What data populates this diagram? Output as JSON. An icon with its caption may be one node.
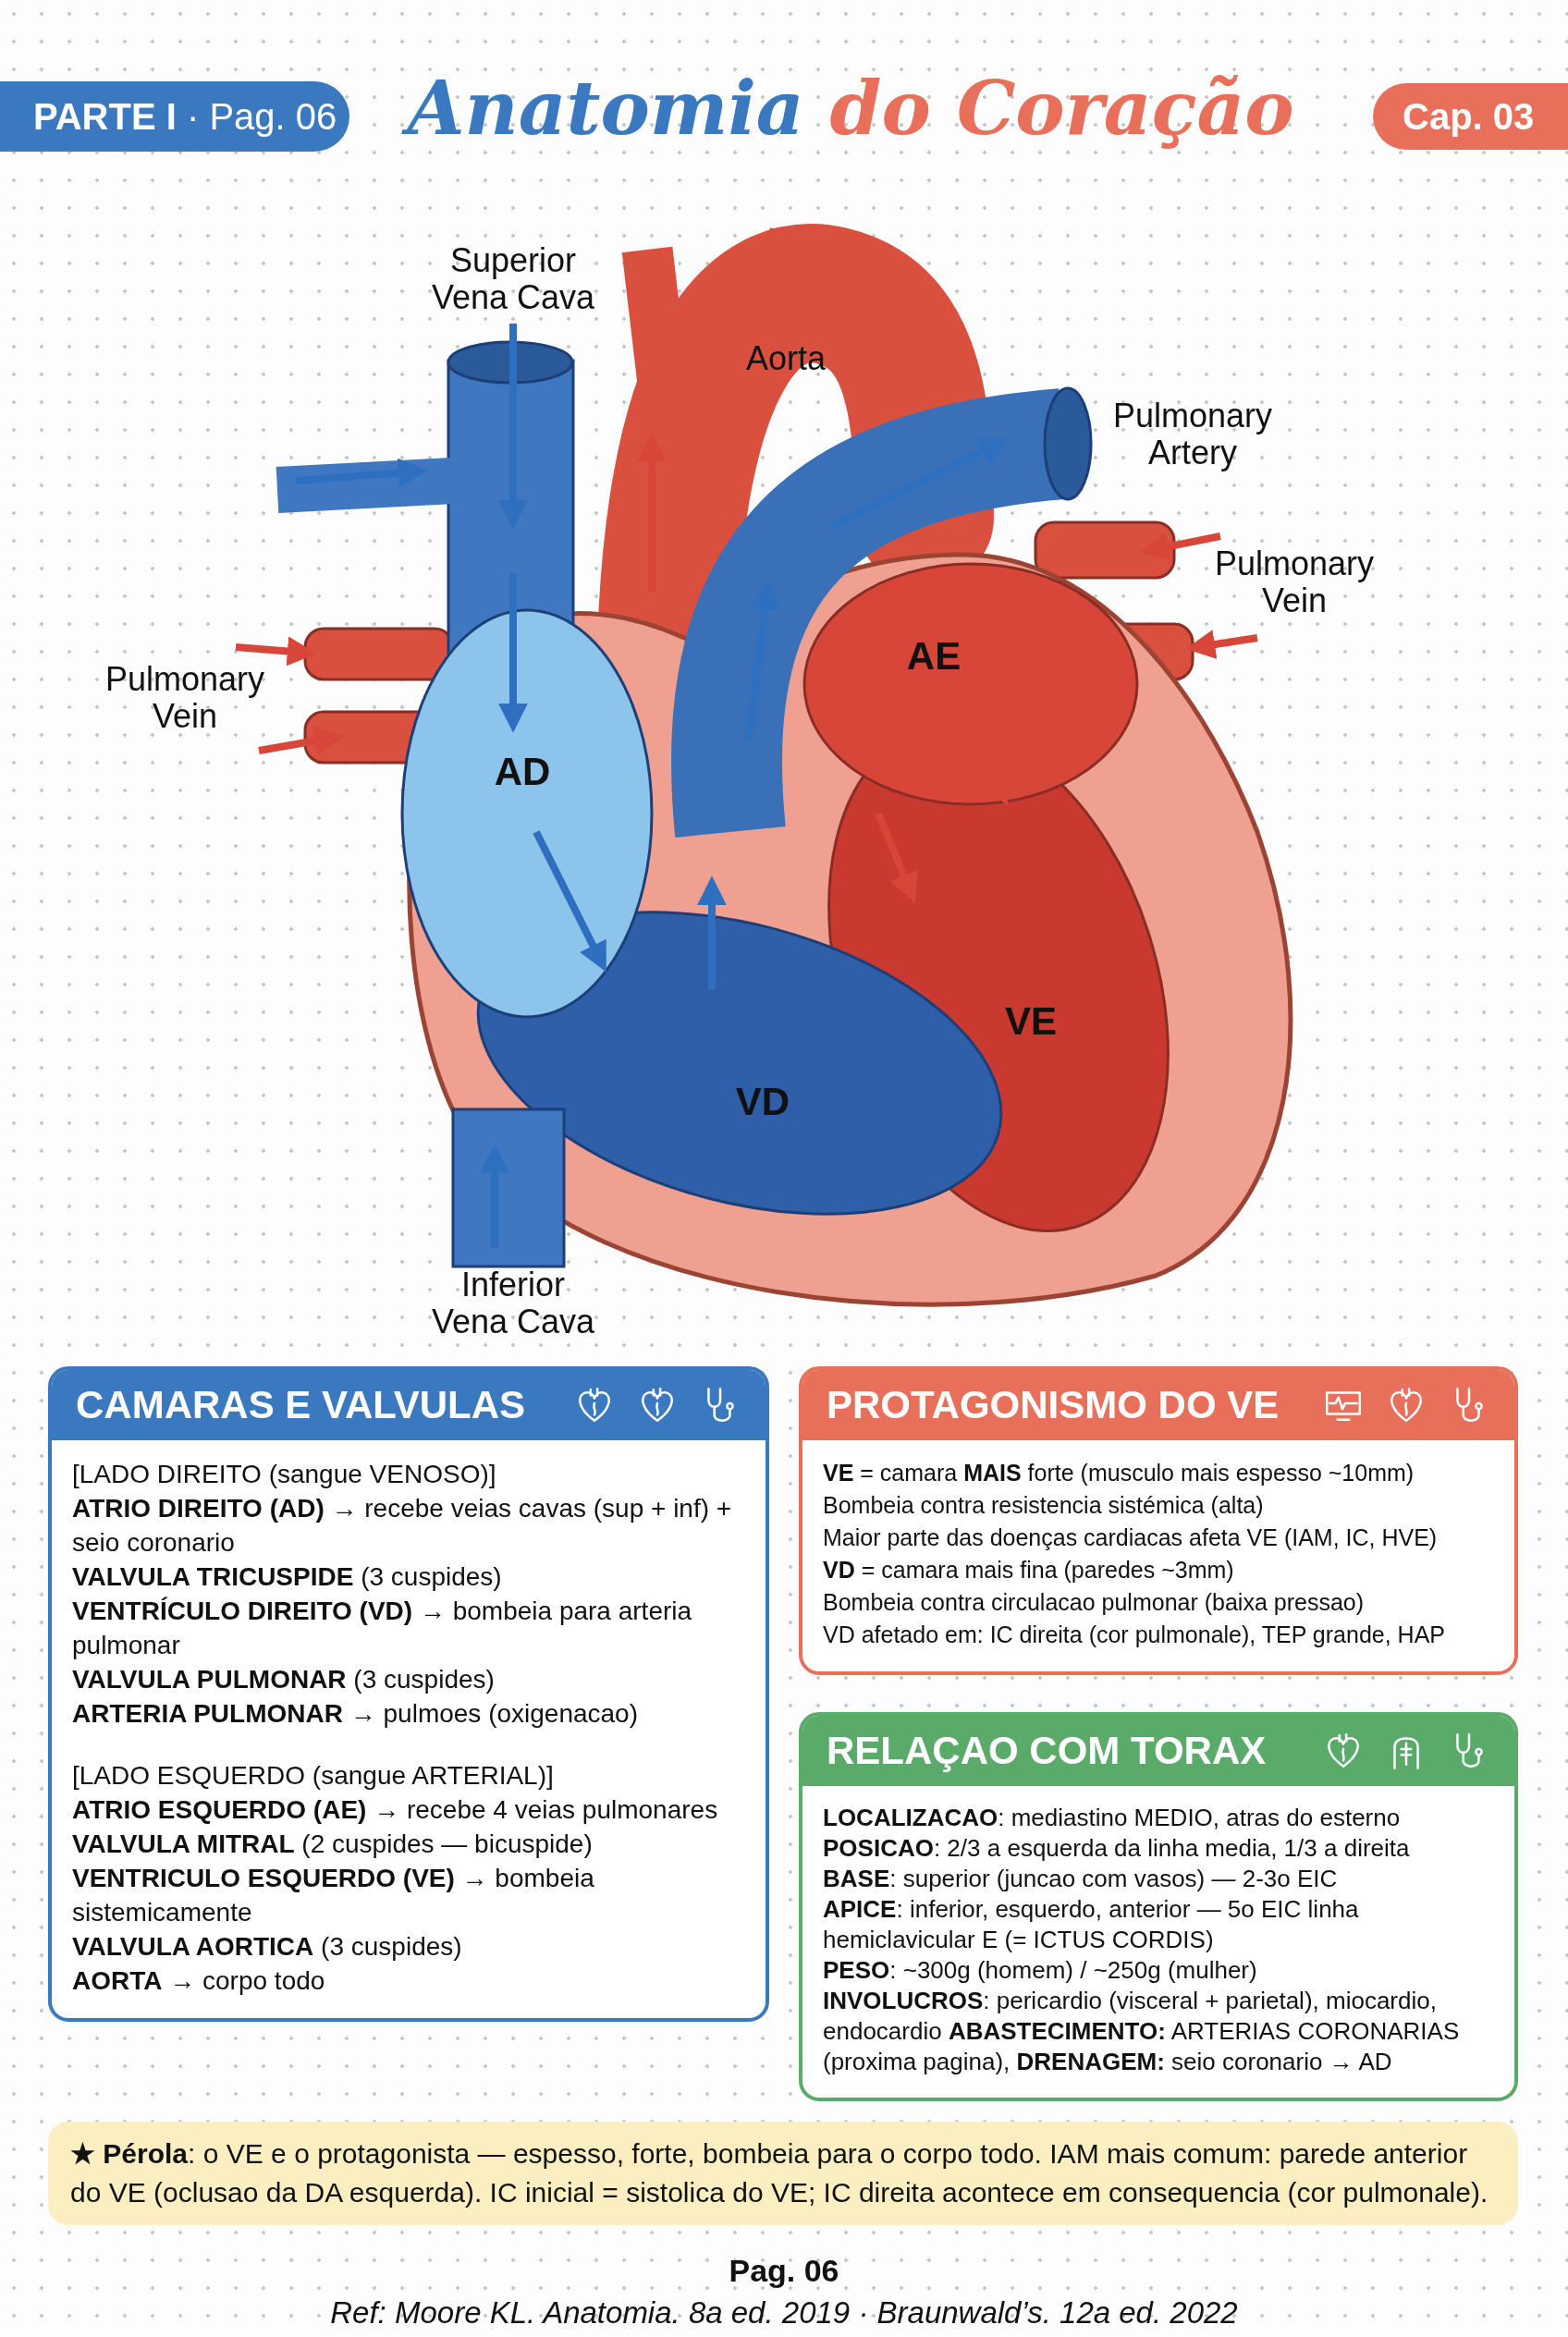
{
  "diagram": {
    "title": "Anatomia do Coração",
    "nodes": [
      {
        "text": [
          "**PARTE I** · Pag. 06"
        ]
      },
      {
        "text": [
          "Cap. 03"
        ]
      },
      {
        "text": [
          "CAMARAS E VALVULAS",
          "[LADO DIREITO (sangue VENOSO)]",
          "**ATRIO DIREITO (AD)** → recebe veias cavas (sup + inf) + seio coronario",
          "**VALVULA TRICUSPIDE** (3 cuspides)",
          "**VENTRÍCULO DIREITO (VD)** → bombeia para arteria pulmonar",
          "**VALVULA PULMONAR** (3 cuspides)",
          "**ARTERIA PULMONAR** → pulmoes (oxigenacao)",
          "[LADO ESQUERDO (sangue ARTERIAL)]",
          "**ATRIO ESQUERDO (AE)** → recebe 4 veias pulmonares",
          "**VALVULA MITRAL** (2 cuspides — bicuspide)",
          "**VENTRICULO ESQUERDO (VE)** → bombeia sistemicamente",
          "**VALVULA AORTICA** (3 cuspides)",
          "**AORTA** → corpo todo"
        ]
      },
      {
        "text": [
          "PROTAGONISMO DO VE",
          "**VE** = camara **MAIS** forte (musculo mais espesso ~10mm)",
          "Bombeia contra resistencia sistémica (alta)",
          "Maior parte das doenças cardiacas afeta VE (IAM, IC, HVE)",
          "**VD** = camara mais fina (paredes ~3mm)",
          "Bombeia contra circulacao pulmonar (baixa pressao)",
          "VD afetado em: IC direita (cor pulmonale), TEP grande, HAP"
        ]
      },
      {
        "text": [
          "RELAÇAO COM TORAX",
          "**LOCALIZACAO**: mediastino MEDIO, atras do esterno",
          "**POSICAO**: 2/3 a esquerda da linha media, 1/3 a direita",
          "**BASE**: superior (juncao com vasos) — 2-3o EIC",
          "**APICE**: inferior, esquerdo, anterior — 5o EIC linha hemiclavicular E (= ICTUS CORDIS)",
          "**PESO**: ~300g (homem) / ~250g (mulher)",
          "**INVOLUCROS**: pericardio (visceral + parietal), miocardio, endocardio **ABASTECIMENTO:** ARTERIAS CORONARIAS (proxima pagina), **DRENAGEM:** seio coronario → AD"
        ]
      },
      {
        "text": [
          "**★ Pérola**: o VE e o protagonista — espesso, forte, bombeia para o corpo todo. IAM mais comum: parede anterior do VE (oclusao da DA esquerda). IC inicial = sistolica do VE; IC direita acontece em consequencia (cor pulmonale)."
        ]
      }
    ],
    "labels": [
      "Superior Vena Cava",
      "Aorta",
      "Pulmonary Artery",
      "Pulmonary Vein",
      "AE",
      "Pulmonary Vein",
      "AD",
      "VE",
      "VD",
      "Inferior Vena Cava",
      "Pag. 06",
      "Ref: Moore KL. Anatomia. 8a ed. 2019 · Braunwald’s. 12a ed. 2022"
    ]
  }
}
